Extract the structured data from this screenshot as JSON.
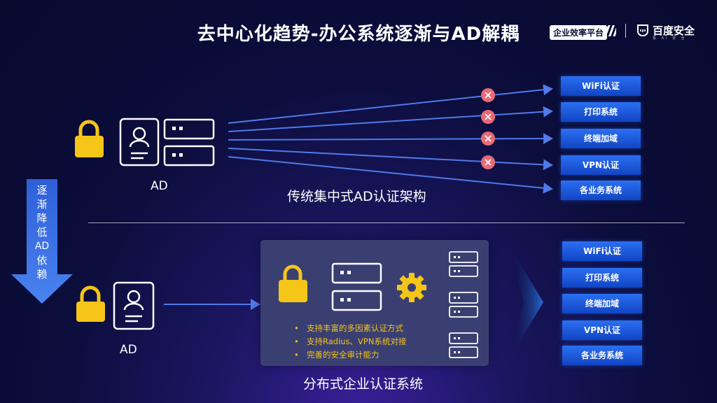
{
  "title": "去中心化趋势-办公系统逐渐与AD解耦",
  "brand": {
    "platform": "企业效率平台",
    "security": "百度安全",
    "security_sub": "看 AI 安 全"
  },
  "top": {
    "ad_label": "AD",
    "caption": "传统集中式AD认证架构",
    "targets": [
      "WiFi认证",
      "打印系统",
      "终端加域",
      "VPN认证",
      "各业务系统"
    ]
  },
  "side_arrow": {
    "chars": [
      "逐",
      "渐",
      "降",
      "低",
      "AD",
      "依",
      "赖"
    ]
  },
  "bottom": {
    "ad_label": "AD",
    "caption": "分布式企业认证系统",
    "features": [
      "支持丰富的多因素认证方式",
      "支持Radius、VPN系统对接",
      "完善的安全审计能力"
    ],
    "targets": [
      "WiFi认证",
      "打印系统",
      "终端加域",
      "VPN认证",
      "各业务系统"
    ]
  },
  "colors": {
    "background": "#0b0d3b",
    "accent_yellow": "#f5c518",
    "target_blue": "#1f5ae0",
    "arrow_blue": "#4f7ae8",
    "blocked_red": "#e86a76"
  }
}
